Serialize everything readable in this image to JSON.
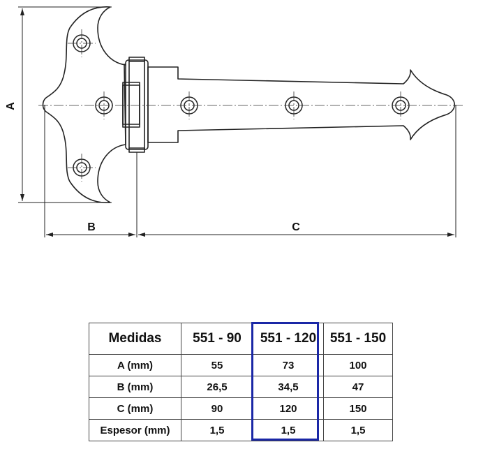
{
  "diagram": {
    "dimension_labels": {
      "a": "A",
      "b": "B",
      "c": "C"
    }
  },
  "table": {
    "header": [
      "Medidas",
      "551 - 90",
      "551 - 120",
      "551 - 150"
    ],
    "rows": [
      [
        "A (mm)",
        "55",
        "73",
        "100"
      ],
      [
        "B (mm)",
        "26,5",
        "34,5",
        "47"
      ],
      [
        "C (mm)",
        "90",
        "120",
        "150"
      ],
      [
        "Espesor (mm)",
        "1,5",
        "1,5",
        "1,5"
      ]
    ],
    "highlighted_column": "551 - 120",
    "highlight_color": "#1a27a6"
  }
}
